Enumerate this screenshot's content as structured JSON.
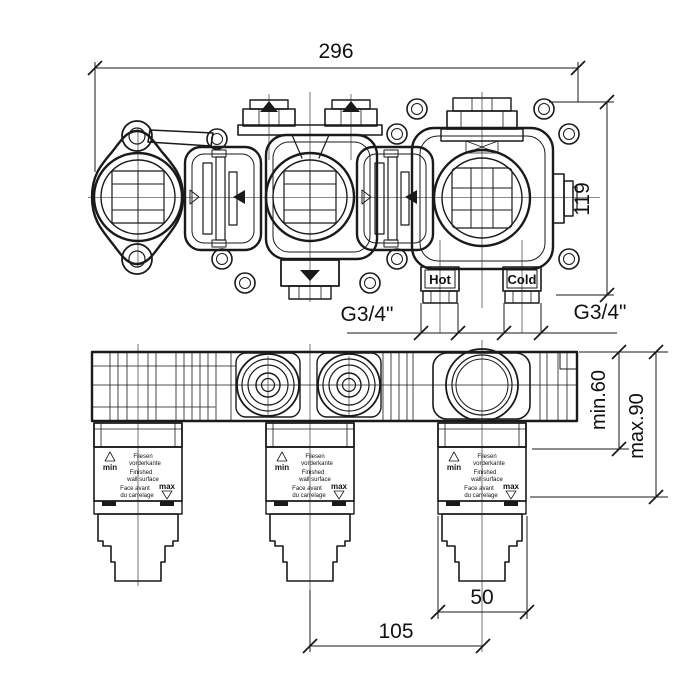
{
  "drawing": {
    "type": "technical-installation-drawing",
    "colors": {
      "line": "#1a1a1a",
      "background": "#ffffff"
    },
    "top_view": {
      "dim_overall_width": "296",
      "dim_overall_height": "119",
      "thread_left": "G3/4\"",
      "thread_right": "G3/4\"",
      "port_hot": "Hot",
      "port_cold": "Cold"
    },
    "front_view": {
      "dim_min_depth": "min.60",
      "dim_max_depth": "max.90",
      "dim_cartridge_width": "50",
      "dim_port_spacing": "105"
    },
    "cartridge_marking": {
      "min": "min",
      "max": "max",
      "de1": "Fliesen",
      "de2": "vorderkante",
      "en1": "Finished",
      "en2": "wall surface",
      "fr1": "Face avant",
      "fr2": "du carrelage"
    }
  }
}
